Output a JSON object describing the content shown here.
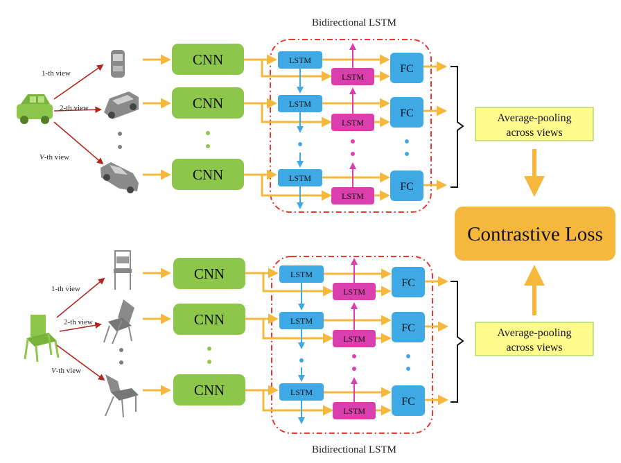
{
  "colors": {
    "arrow": "#f5b83d",
    "cnn": "#8cc64a",
    "lstm_fwd": "#3fa9e5",
    "lstm_bwd": "#db3fad",
    "fc": "#3fa9e5",
    "view_arrow": "#b3261e",
    "dashed_box": "#e8382f",
    "pool_box": "#fffb8c",
    "loss_box": "#f5b83d",
    "dot_gray": "#7f7f7f",
    "dot_green": "#8cc64a"
  },
  "icons": {
    "car_input": "green-car-icon",
    "car_views": "gray-car-icon",
    "chair_input": "green-chair-icon",
    "chair_views": "gray-chair-icon"
  },
  "top": {
    "title": "Bidirectional LSTM",
    "view_labels": {
      "first": "1-th view",
      "second": "2-th view",
      "last_italic": "V",
      "last_rest": "-th view"
    },
    "cnn_labels": [
      "CNN",
      "CNN",
      "CNN"
    ],
    "lstm_labels": [
      "LSTM",
      "LSTM",
      "LSTM"
    ],
    "lstm_back_labels": [
      "LSTM",
      "LSTM",
      "LSTM"
    ],
    "fc_labels": [
      "FC",
      "FC",
      "FC"
    ],
    "pooling": {
      "line1": "Average-pooling",
      "line2": "across views"
    }
  },
  "bottom": {
    "title": "Bidirectional LSTM",
    "view_labels": {
      "first": "1-th view",
      "second": "2-th view",
      "last_italic": "V",
      "last_rest": "-th view"
    },
    "cnn_labels": [
      "CNN",
      "CNN",
      "CNN"
    ],
    "lstm_labels": [
      "LSTM",
      "LSTM",
      "LSTM"
    ],
    "lstm_back_labels": [
      "LSTM",
      "LSTM",
      "LSTM"
    ],
    "fc_labels": [
      "FC",
      "FC",
      "FC"
    ],
    "pooling": {
      "line1": "Average-pooling",
      "line2": "across views"
    }
  },
  "loss": {
    "label": "Contrastive Loss"
  }
}
